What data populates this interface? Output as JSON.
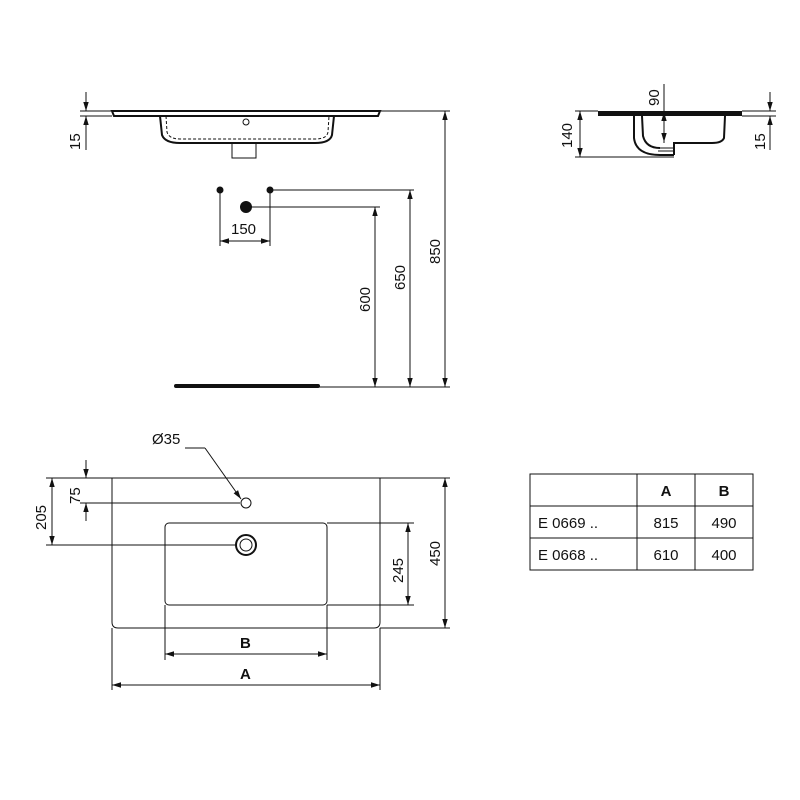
{
  "front_view": {
    "dim_rim": "15",
    "dim_spacing": "150",
    "dim_600": "600",
    "dim_650": "650",
    "dim_850": "850"
  },
  "side_view": {
    "dim_depth": "90",
    "dim_height": "140",
    "dim_rim": "15"
  },
  "plan_view": {
    "dim_hole": "Ø35",
    "dim_75": "75",
    "dim_205": "205",
    "dim_245": "245",
    "dim_450": "450",
    "dim_B": "B",
    "dim_A": "A"
  },
  "table": {
    "headers": [
      "",
      "A",
      "B"
    ],
    "rows": [
      [
        "E 0669 ..",
        "815",
        "490"
      ],
      [
        "E 0668 ..",
        "610",
        "400"
      ]
    ]
  }
}
